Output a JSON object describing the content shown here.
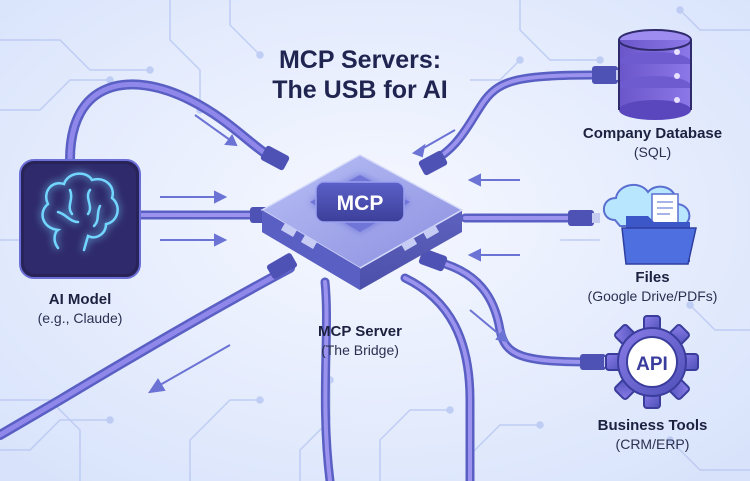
{
  "title": {
    "line1": "MCP Servers:",
    "line2": "The USB for AI"
  },
  "hub": {
    "badge": "MCP",
    "name": "MCP Server",
    "subtitle": "(The Bridge)"
  },
  "model": {
    "name": "AI Model",
    "subtitle": "(e.g., Claude)"
  },
  "database": {
    "name": "Company Database",
    "subtitle": "(SQL)"
  },
  "files": {
    "name": "Files",
    "subtitle": "(Google Drive/PDFs)"
  },
  "tools": {
    "badge": "API",
    "name": "Business Tools",
    "subtitle": "(CRM/ERP)"
  },
  "colors": {
    "background": "#e9effd",
    "cable": "#6b6fd6",
    "hub": "#8a8fe0",
    "accent_glow": "#5ad2ff",
    "text": "#1d2140"
  },
  "icons": {
    "model": "brain-icon",
    "database": "database-icon",
    "files": "folder-icon",
    "tools": "gear-icon"
  }
}
